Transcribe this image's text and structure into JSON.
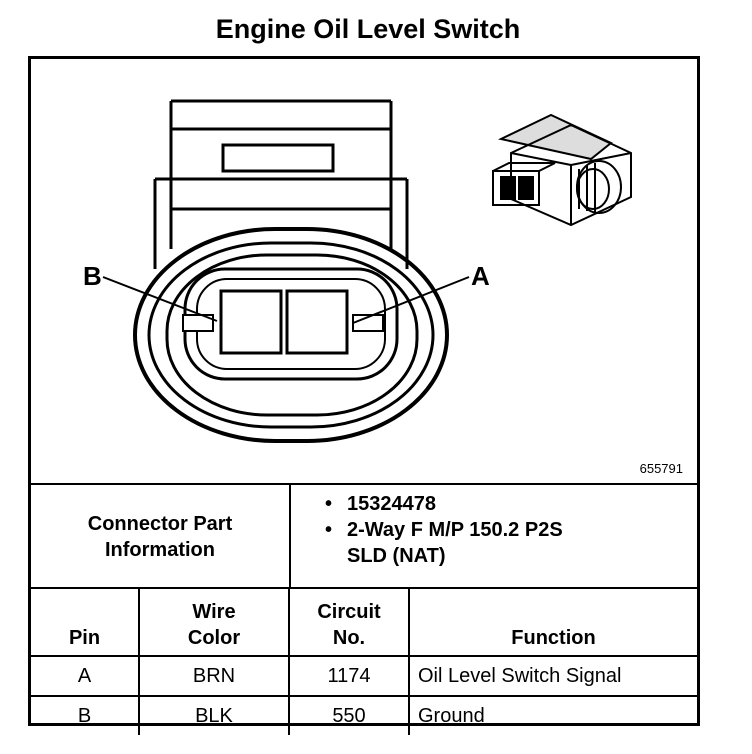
{
  "title": "Engine Oil Level Switch",
  "figure_id": "655791",
  "callouts": {
    "pin_b": "B",
    "pin_a": "A"
  },
  "connector_part_info": {
    "label_line1": "Connector Part",
    "label_line2": "Information",
    "items": [
      "15324478",
      "2-Way F M/P 150.2 P2S",
      "SLD (NAT)"
    ]
  },
  "table": {
    "headers": {
      "pin": "Pin",
      "wire_color_1": "Wire",
      "wire_color_2": "Color",
      "circuit_1": "Circuit",
      "circuit_2": "No.",
      "function": "Function"
    },
    "rows": [
      {
        "pin": "A",
        "wire_color": "BRN",
        "circuit": "1174",
        "function": "Oil Level Switch Signal"
      },
      {
        "pin": "B",
        "wire_color": "BLK",
        "circuit": "550",
        "function": "Ground"
      }
    ]
  }
}
